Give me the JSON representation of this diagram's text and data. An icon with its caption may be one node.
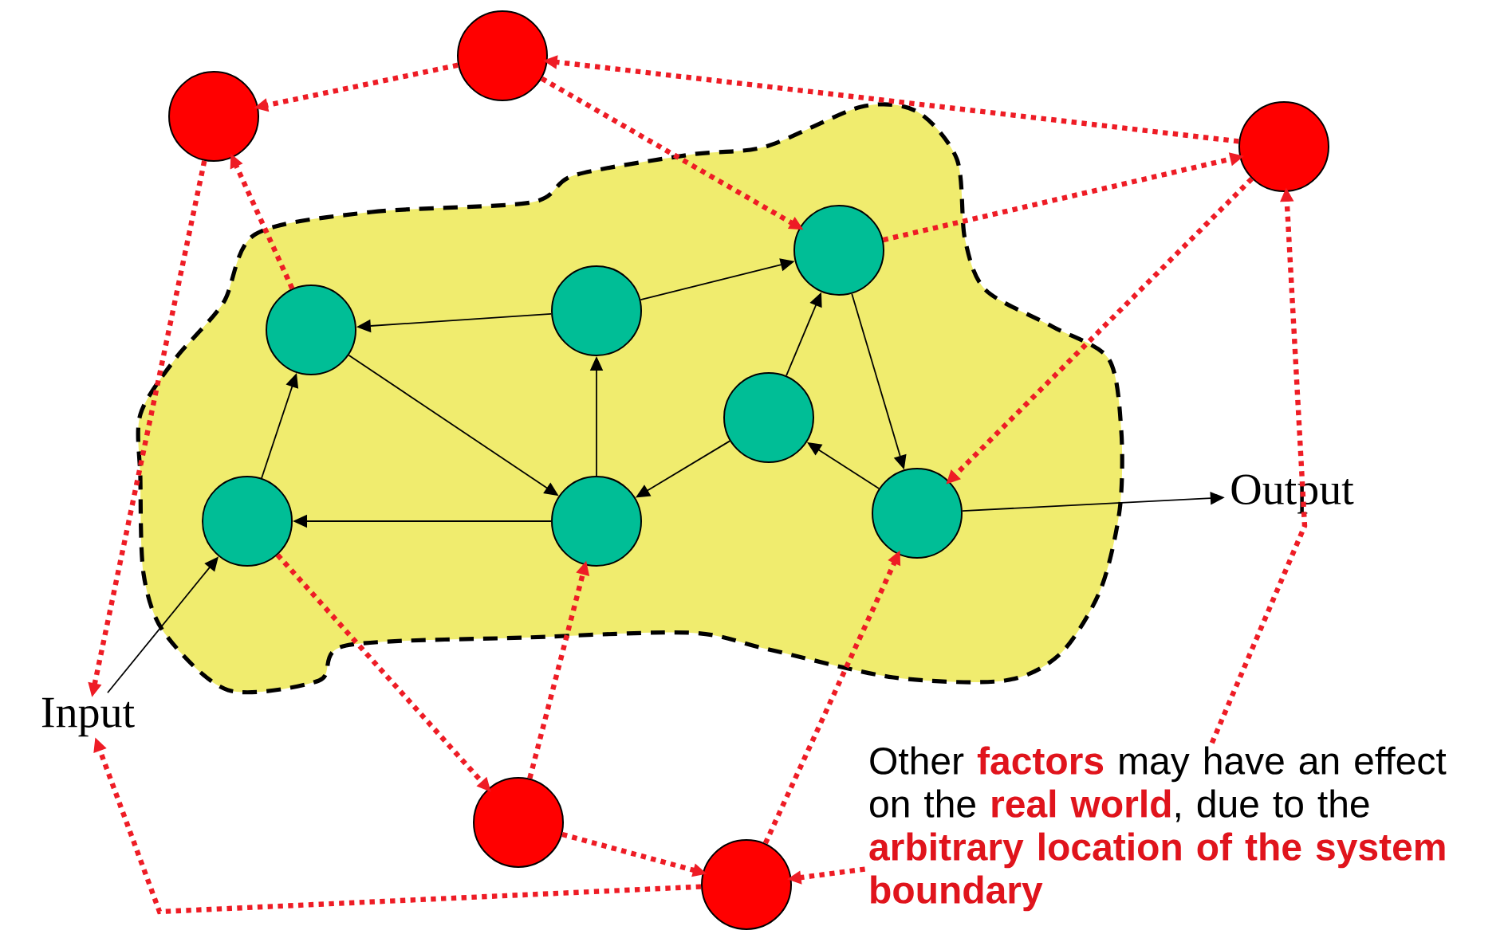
{
  "diagram": {
    "nodes": [
      {
        "text": [],
        "shape": "circle"
      },
      {
        "text": [],
        "shape": "circle"
      },
      {
        "text": [],
        "shape": "circle"
      },
      {
        "text": [],
        "shape": "cloud"
      },
      {
        "text": [],
        "shape": "circle",
        "in": 3
      },
      {
        "text": [],
        "shape": "circle",
        "in": 3
      },
      {
        "text": [],
        "shape": "circle",
        "in": 3
      },
      {
        "text": [],
        "shape": "circle",
        "in": 3
      },
      {
        "text": [],
        "shape": "circle",
        "in": 3
      },
      {
        "text": [],
        "shape": "circle",
        "in": 3
      },
      {
        "text": [],
        "shape": "circle",
        "in": 3
      },
      {
        "text": [
          "Output"
        ]
      },
      {
        "text": [
          "Input"
        ]
      },
      {
        "text": [],
        "shape": "circle"
      },
      {
        "text": [],
        "shape": "circle"
      },
      {
        "text": [
          "Other **factors** may have an effect on the **real world**, due to the **arbitrary location of the system boundary**"
        ]
      }
    ],
    "edges": [
      {
        "from": 6,
        "to": 5,
        "arrow": "to",
        "color": "#000000"
      },
      {
        "from": 8,
        "to": 5,
        "arrow": "to",
        "color": "#000000"
      },
      {
        "from": 5,
        "to": 9,
        "arrow": "to",
        "color": "#000000"
      },
      {
        "from": 9,
        "to": 6,
        "arrow": "to",
        "color": "#000000"
      },
      {
        "from": 9,
        "to": 8,
        "arrow": "to",
        "color": "#000000"
      },
      {
        "from": 7,
        "to": 9,
        "arrow": "to",
        "color": "#000000"
      },
      {
        "from": 6,
        "to": 4,
        "arrow": "to",
        "color": "#000000"
      },
      {
        "from": 7,
        "to": 4,
        "arrow": "to",
        "color": "#000000"
      },
      {
        "from": 4,
        "to": 10,
        "arrow": "to",
        "color": "#000000"
      },
      {
        "from": 10,
        "to": 7,
        "arrow": "to",
        "color": "#000000"
      },
      {
        "from": 12,
        "to": 8,
        "arrow": "to",
        "color": "#000000"
      },
      {
        "from": 10,
        "to": 11,
        "arrow": "to",
        "color": "#000000"
      },
      {
        "from": 0,
        "to": 1,
        "arrow": "to",
        "style": "dashed",
        "color": "#ee1c25"
      },
      {
        "from": 5,
        "to": 1,
        "arrow": "to",
        "style": "dashed",
        "color": "#ee1c25"
      },
      {
        "from": 1,
        "to": 12,
        "arrow": "to",
        "style": "dashed",
        "color": "#ee1c25"
      },
      {
        "from": 2,
        "to": 0,
        "arrow": "to",
        "style": "dashed",
        "color": "#ee1c25"
      },
      {
        "from": 0,
        "to": 4,
        "arrow": "to",
        "style": "dashed",
        "color": "#ee1c25"
      },
      {
        "from": 4,
        "to": 2,
        "arrow": "to",
        "style": "dashed",
        "color": "#ee1c25"
      },
      {
        "from": 2,
        "to": 10,
        "arrow": "to",
        "style": "dashed",
        "color": "#ee1c25"
      },
      {
        "from": 8,
        "to": 13,
        "arrow": "to",
        "style": "dashed",
        "color": "#ee1c25"
      },
      {
        "from": 13,
        "to": 9,
        "arrow": "to",
        "style": "dashed",
        "color": "#ee1c25"
      },
      {
        "from": 13,
        "to": 14,
        "arrow": "to",
        "style": "dashed",
        "color": "#ee1c25"
      },
      {
        "from": 14,
        "to": 12,
        "arrow": "to",
        "style": "dashed",
        "color": "#ee1c25"
      },
      {
        "from": 14,
        "to": 10,
        "arrow": "to",
        "style": "dashed",
        "color": "#ee1c25"
      },
      {
        "from": 15,
        "to": 14,
        "arrow": "to",
        "style": "dashed",
        "color": "#ee1c25"
      },
      {
        "from": 15,
        "to": 2,
        "arrow": "to",
        "style": "dashed",
        "color": "#ee1c25"
      }
    ]
  }
}
